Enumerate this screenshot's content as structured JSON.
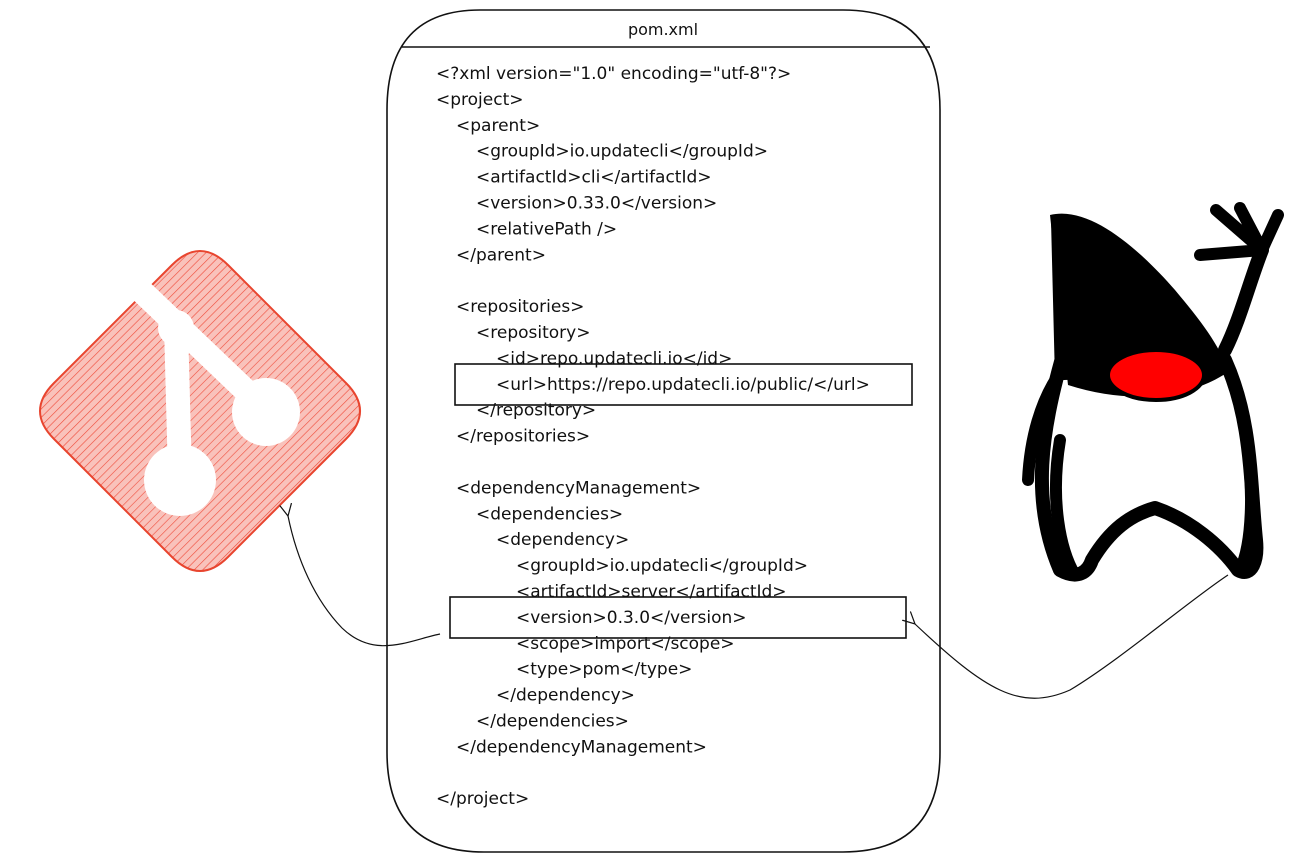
{
  "file_panel": {
    "title": "pom.xml",
    "lines": [
      {
        "indent": 0,
        "text": "<?xml version=\"1.0\" encoding=\"utf-8\"?>"
      },
      {
        "indent": 0,
        "text": "<project>"
      },
      {
        "indent": 1,
        "text": "<parent>"
      },
      {
        "indent": 2,
        "text": "<groupId>io.updatecli</groupId>"
      },
      {
        "indent": 2,
        "text": "<artifactId>cli</artifactId>"
      },
      {
        "indent": 2,
        "text": "<version>0.33.0</version>"
      },
      {
        "indent": 2,
        "text": "<relativePath />"
      },
      {
        "indent": 1,
        "text": "</parent>"
      },
      {
        "indent": 0,
        "text": ""
      },
      {
        "indent": 1,
        "text": "<repositories>"
      },
      {
        "indent": 2,
        "text": "<repository>"
      },
      {
        "indent": 3,
        "text": "<id>repo.updatecli.io</id>"
      },
      {
        "indent": 3,
        "text": "<url>https://repo.updatecli.io/public/</url>"
      },
      {
        "indent": 2,
        "text": "</repository>"
      },
      {
        "indent": 1,
        "text": "</repositories>"
      },
      {
        "indent": 0,
        "text": ""
      },
      {
        "indent": 1,
        "text": "<dependencyManagement>"
      },
      {
        "indent": 2,
        "text": "<dependencies>"
      },
      {
        "indent": 3,
        "text": "<dependency>"
      },
      {
        "indent": 4,
        "text": "<groupId>io.updatecli</groupId>"
      },
      {
        "indent": 4,
        "text": "<artifactId>server</artifactId>"
      },
      {
        "indent": 4,
        "text": "<version>0.3.0</version>"
      },
      {
        "indent": 4,
        "text": "<scope>import</scope>"
      },
      {
        "indent": 4,
        "text": "<type>pom</type>"
      },
      {
        "indent": 3,
        "text": "</dependency>"
      },
      {
        "indent": 2,
        "text": "</dependencies>"
      },
      {
        "indent": 1,
        "text": "</dependencyManagement>"
      },
      {
        "indent": 0,
        "text": ""
      },
      {
        "indent": 0,
        "text": "</project>"
      }
    ],
    "highlighted_lines": [
      12,
      21
    ]
  },
  "icons": {
    "left": "git-logo-icon",
    "right": "java-duke-icon"
  },
  "colors": {
    "git_orange": "#f05133",
    "git_fill": "#f7b0a8",
    "duke_nose": "#ff0000",
    "ink": "#111111"
  }
}
